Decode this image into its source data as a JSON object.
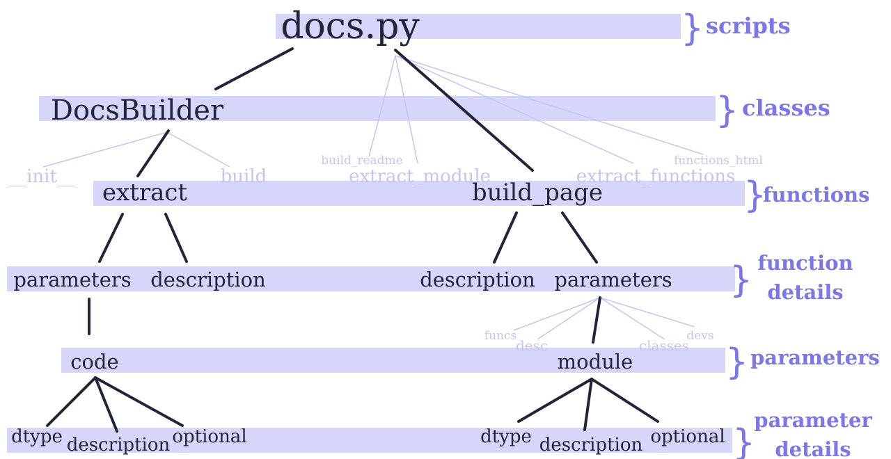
{
  "colors": {
    "band": "#d6d6fa",
    "node_text": "#23243a",
    "faint_text": "#c4c6ee",
    "tier_label": "#7b77e6"
  },
  "nodes": {
    "docs_py": "docs.py",
    "docs_builder": "DocsBuilder",
    "extract": "extract",
    "build_page": "build_page",
    "extract_parameters": "parameters",
    "extract_description": "description",
    "build_page_description": "description",
    "build_page_parameters": "parameters",
    "code": "code",
    "module": "module",
    "code_dtype": "dtype",
    "code_description": "description",
    "code_optional": "optional",
    "module_dtype": "dtype",
    "module_description": "description",
    "module_optional": "optional"
  },
  "faint_nodes": {
    "init": "__init__",
    "build": "build",
    "build_readme": "build_readme",
    "extract_module": "extract_module",
    "extract_functions": "extract_functions",
    "functions_html": "functions_html",
    "funcs": "funcs",
    "desc": "desc",
    "classes": "classes",
    "devs": "devs"
  },
  "tiers": {
    "scripts": "scripts",
    "classes": "classes",
    "functions": "functions",
    "function_details": [
      "function",
      "details"
    ],
    "parameters": "parameters",
    "parameter_details": [
      "parameter",
      "details"
    ]
  }
}
